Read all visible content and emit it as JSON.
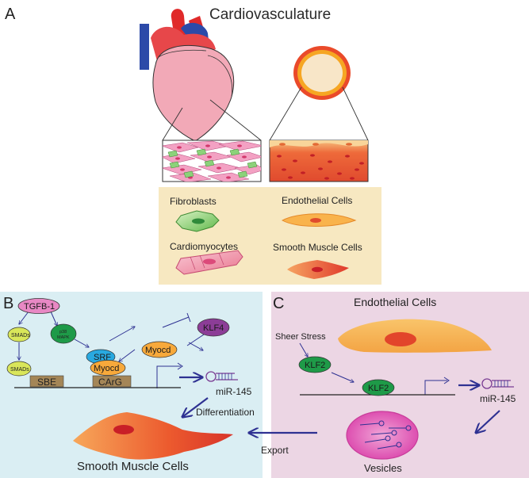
{
  "panel_a": {
    "letter": "A",
    "title": "Cardiovasculature",
    "legend": {
      "fibroblasts": "Fibroblasts",
      "endothelial": "Endothelial Cells",
      "cardiomyocytes": "Cardiomyocytes",
      "smooth_muscle": "Smooth Muscle Cells"
    }
  },
  "panel_b": {
    "letter": "B",
    "tgfb1": "TGFB-1",
    "smads_top": "SMADs",
    "smads_bottom": "SMADs",
    "p38_line1": "p38",
    "p38_line2": "MAPK",
    "srf": "SRF",
    "myocd_bound": "Myocd",
    "myocd_free": "Myocd",
    "klf4": "KLF4",
    "sbe": "SBE",
    "carg": "CArG",
    "mir145": "miR-145",
    "differentiation": "Differentiation",
    "title": "Smooth Muscle Cells"
  },
  "panel_c": {
    "letter": "C",
    "title": "Endothelial Cells",
    "sheer_stress": "Sheer Stress",
    "klf2_top": "KLF2",
    "klf2_bound": "KLF2",
    "mir145": "miR-145",
    "vesicles": "Vesicles"
  },
  "export": "Export",
  "colors": {
    "panel_b_bg": "#daeef3",
    "panel_c_bg": "#ecd6e4",
    "legend_bg": "#f7e8c1",
    "arrow": "#2e3192"
  }
}
